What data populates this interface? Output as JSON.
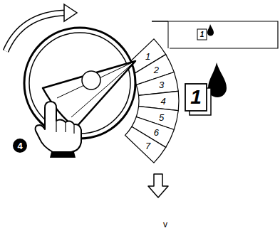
{
  "diagram": {
    "labels": [
      "1",
      "2",
      "3",
      "4",
      "5",
      "6",
      "7",
      "1",
      "1",
      "4",
      "v"
    ]
  }
}
